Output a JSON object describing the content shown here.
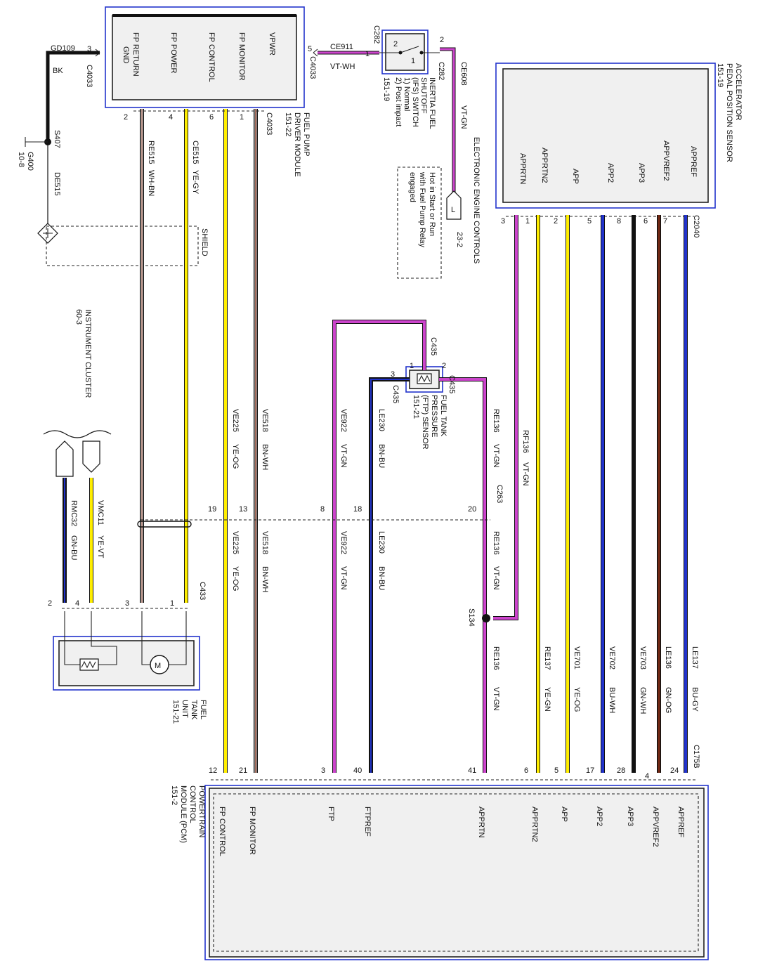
{
  "modules": {
    "fpdm": {
      "title": "FUEL PUMP",
      "title2": "DRIVER MODULE",
      "ref": "151-22",
      "pins": [
        "VPWR",
        "FP MONITOR",
        "FP CONTROL",
        "FP POWER",
        "FP RETURN",
        "GND"
      ]
    },
    "inertia": {
      "title": "INERTIA FUEL",
      "title2": "SHUTOFF",
      "title3": "(IFS) SWITCH",
      "state1": "1) Normal",
      "state2": "2) Post impact",
      "ref": "151-19"
    },
    "eec": {
      "title": "ELECTRONIC ENGINE CONTROLS",
      "pin": "L",
      "ref": "23-2",
      "note1": "Hot in Start or Run",
      "note2": "with Fuel Pump Relay",
      "note3": "engaged"
    },
    "apps": {
      "title": "ACCELERATOR",
      "title2": "PEDAL POSITION SENSOR",
      "ref": "151-19",
      "connector": "C2040",
      "pins": [
        "APPREF",
        "APPVREF2",
        "APP3",
        "APP2",
        "APP",
        "APPRTN2",
        "APPRTN"
      ]
    },
    "ftp": {
      "title": "FUEL TANK",
      "title2": "PRESSURE",
      "title3": "(FTP) SENSOR",
      "ref": "151-21"
    },
    "cluster": {
      "title": "INSTRUMENT CLUSTER",
      "ref": "60-3"
    },
    "ftu": {
      "title": "FUEL",
      "title2": "TANK",
      "title3": "UNIT",
      "ref": "151-21"
    },
    "pcm": {
      "title": "POWERTRAIN",
      "title2": "CONTROL",
      "title3": "MODULE (PCM)",
      "ref": "151-2",
      "connector": "C175B",
      "pins": [
        "APPREF",
        "APPVREF2",
        "APP3",
        "APP2",
        "APP",
        "APPRTN2",
        "APPRTN",
        "FTPREF",
        "FTP",
        "FP MONITOR",
        "FP CONTROL"
      ],
      "pin_numbers": [
        "24",
        "4",
        "28",
        "17",
        "5",
        "6",
        "41",
        "40",
        "3",
        "21",
        "12"
      ]
    }
  },
  "connectors": {
    "c4033": "C4033",
    "c4033_pins": [
      "3",
      "5"
    ],
    "c4033_lower": "C4033",
    "c4033_lower_pins": [
      "2",
      "4",
      "6",
      "1"
    ],
    "c282": "C282",
    "c282_pins": [
      "1",
      "2"
    ],
    "c2040_pins": [
      "7",
      "6",
      "8",
      "5",
      "2",
      "1",
      "3"
    ],
    "c435": "C435",
    "c435_pins": [
      "1",
      "2",
      "3"
    ],
    "c263": "C263",
    "c263_pins": [
      "19",
      "13",
      "8",
      "18",
      "20"
    ],
    "c433": "C433",
    "c433_pins": [
      "2",
      "4",
      "3",
      "1"
    ],
    "gd109": "GD109",
    "gd109_color": "BK",
    "s407": "S407",
    "g400": "G400",
    "g400_ref": "10-8",
    "s134": "S134",
    "shield": "SHIELD",
    "de515": "DE515"
  },
  "wires": {
    "ce911": {
      "circuit": "CE911",
      "color": "VT-WH"
    },
    "ce608": {
      "circuit": "CE608",
      "color": "VT-GN"
    },
    "re515": {
      "circuit": "RE515",
      "color": "WH-BN"
    },
    "ce515": {
      "circuit": "CE515",
      "color": "YE-GY"
    },
    "ve225": {
      "circuit": "VE225",
      "color": "YE-OG"
    },
    "ve518": {
      "circuit": "VE518",
      "color": "BN-WH"
    },
    "ve922": {
      "circuit": "VE922",
      "color": "VT-GN"
    },
    "le230": {
      "circuit": "LE230",
      "color": "BN-BU"
    },
    "re136": {
      "circuit": "RE136",
      "color": "VT-GN"
    },
    "rf136": {
      "circuit": "RF136",
      "color": "VT-GN"
    },
    "re137": {
      "circuit": "RE137",
      "color": "YE-GN"
    },
    "ve701": {
      "circuit": "VE701",
      "color": "YE-OG"
    },
    "ve702": {
      "circuit": "VE702",
      "color": "BU-WH"
    },
    "ve703": {
      "circuit": "VE703",
      "color": "GN-WH"
    },
    "le136": {
      "circuit": "LE136",
      "color": "GN-OG"
    },
    "le137": {
      "circuit": "LE137",
      "color": "BU-GY"
    },
    "vmc11": {
      "circuit": "VMC11",
      "color": "YE-VT"
    },
    "rmc32": {
      "circuit": "RMC32",
      "color": "GN-BU"
    }
  },
  "colors": {
    "violet": "#cc44cc",
    "yellow": "#ffee00",
    "blue": "#2233cc",
    "brown": "#7a2b14",
    "black": "#111111",
    "module_border": "#2233cc"
  }
}
